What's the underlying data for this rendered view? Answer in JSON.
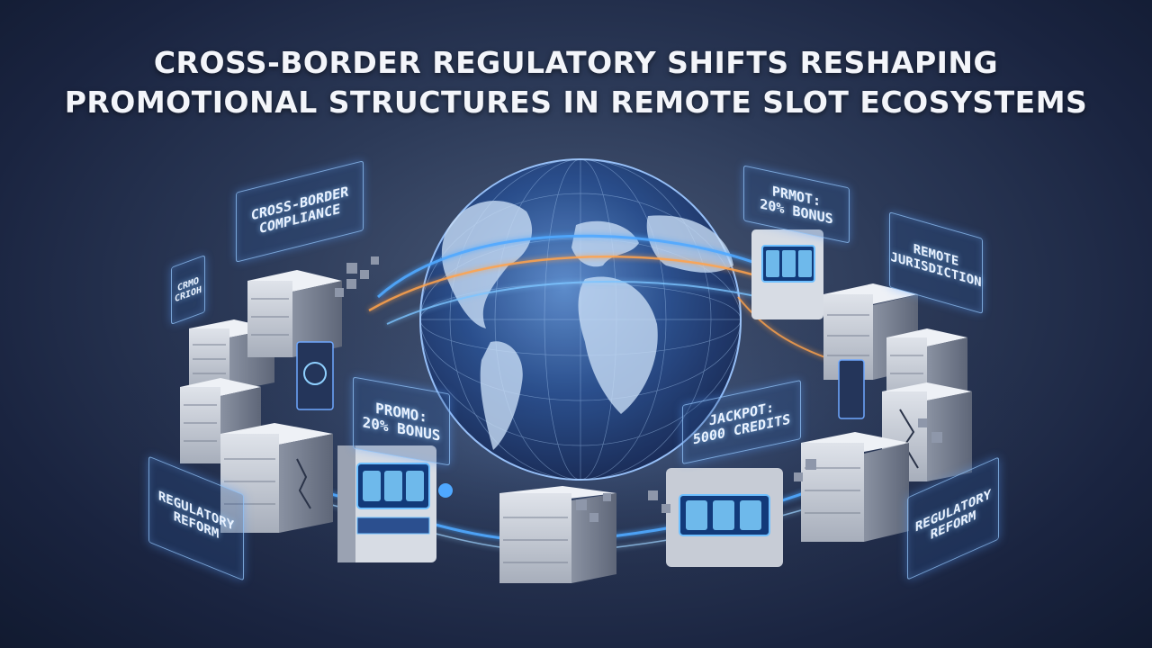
{
  "headline": {
    "line1": "CROSS-BORDER REGULATORY SHIFTS RESHAPING",
    "line2": "PROMOTIONAL STRUCTURES IN REMOTE SLOT ECOSYSTEMS"
  },
  "labels": {
    "cross_border": "CROSS-BORDER\nCOMPLIANCE",
    "small_left": "CRMO\nCRIOH",
    "promo_top": "PRMOT:\n20% BONUS",
    "remote": "REMOTE\nJURISDICTION",
    "promo": "PROMO:\n20% BONUS",
    "jackpot": "JACKPOT:\n5000 CREDITS",
    "reg_left": "REGULATORY\nREFORM",
    "reg_right": "REGULATORY\nREFORM"
  },
  "colors": {
    "background": "#1a2440",
    "glow_blue": "#4fa8ff",
    "glow_orange": "#ffa24a",
    "server_gray": "#c7ccd6"
  },
  "icons": [
    "globe-icon",
    "server-rack-icon",
    "slot-machine-icon",
    "shield-icon"
  ]
}
